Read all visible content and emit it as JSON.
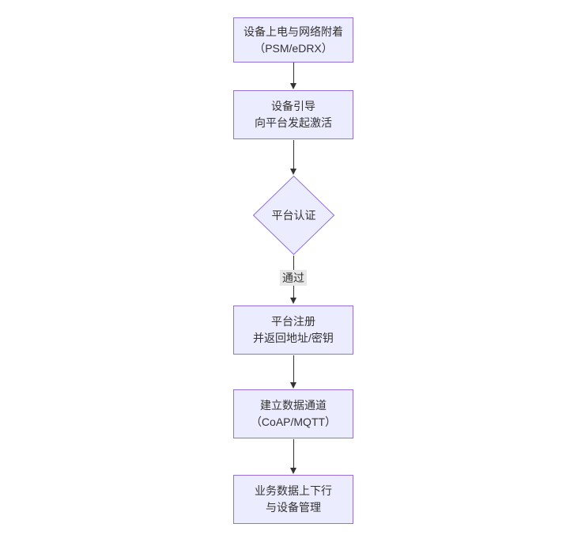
{
  "theme": {
    "background": "#ffffff",
    "node_fill": "#ECECFF",
    "node_border": "#9370DB",
    "text_color": "#333333",
    "arrow_color": "#333333",
    "edge_label_bg": "#e8e8e8"
  },
  "flowchart": {
    "nodes": {
      "power_attach": {
        "line1": "设备上电与网络附着",
        "line2": "（PSM/eDRX）"
      },
      "device_boot": {
        "line1": "设备引导",
        "line2": "向平台发起激活"
      },
      "platform_auth": {
        "label": "平台认证"
      },
      "platform_register": {
        "line1": "平台注册",
        "line2": "并返回地址/密钥"
      },
      "data_channel": {
        "line1": "建立数据通道",
        "line2": "（CoAP/MQTT）"
      },
      "business_data": {
        "line1": "业务数据上下行",
        "line2": "与设备管理"
      }
    },
    "edges": {
      "auth_pass": {
        "label": "通过"
      }
    }
  }
}
